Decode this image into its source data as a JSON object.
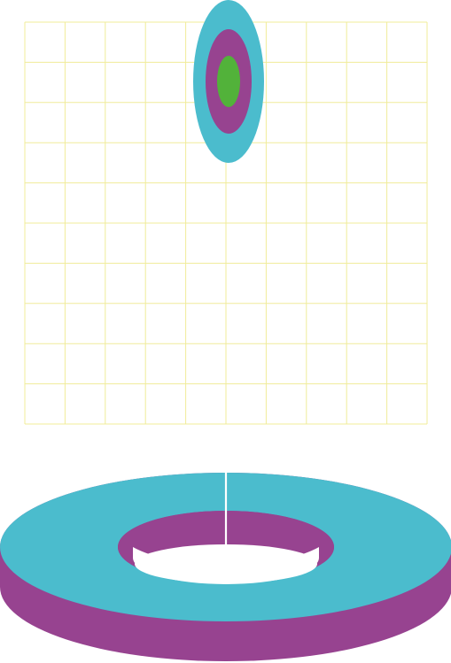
{
  "grid": {
    "columns": 10,
    "rows": 10,
    "line_color": "#f0ec9a"
  },
  "target": {
    "rings": [
      {
        "name": "outer",
        "color": "#4bbccd"
      },
      {
        "name": "middle",
        "color": "#974390"
      },
      {
        "name": "inner",
        "color": "#52b23a"
      }
    ]
  },
  "donut_3d": {
    "top_color": "#4bbccd",
    "side_color": "#974390",
    "seam_color": "#ffffff"
  }
}
